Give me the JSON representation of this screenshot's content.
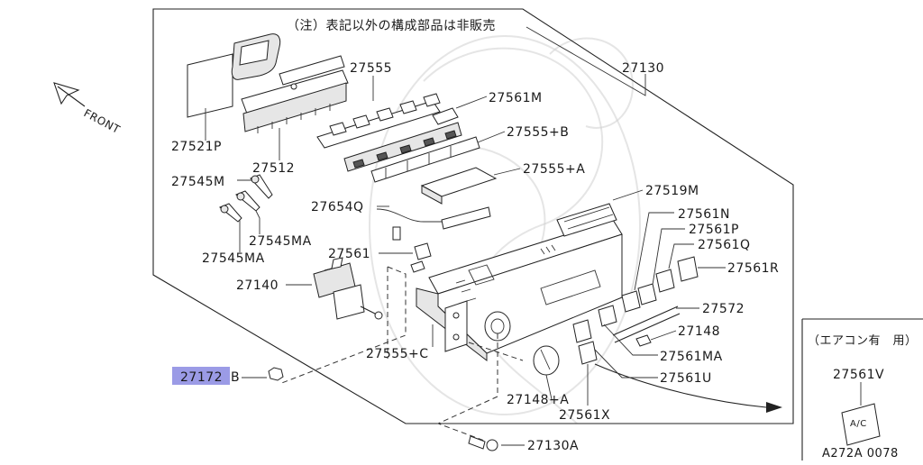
{
  "diagram": {
    "note": "（注）表記以外の構成部品は非販売",
    "direction_label": "FRONT",
    "aircon_box_title": "（エアコン有　用）",
    "drawing_code": "A272A 0078",
    "highlight_color": "#9b9be6",
    "callouts": {
      "p27555": "27555",
      "p27130": "27130",
      "p27561M": "27561M",
      "p27521P": "27521P",
      "p27555B": "27555+B",
      "p27512": "27512",
      "p27555A": "27555+A",
      "p27545M": "27545M",
      "p27519M": "27519M",
      "p27654Q": "27654Q",
      "p27561N": "27561N",
      "p27545MA_1": "27545MA",
      "p27561P": "27561P",
      "p27561Q": "27561Q",
      "p27545MA_2": "27545MA",
      "p27561": "27561",
      "p27561R": "27561R",
      "p27140": "27140",
      "p27572": "27572",
      "p27148": "27148",
      "p27555C": "27555+C",
      "p27561MA": "27561MA",
      "p27172B_a": "27172",
      "p27172B_b": "B",
      "p27561U": "27561U",
      "p27148A": "27148+A",
      "p27561X": "27561X",
      "p27130A": "27130A",
      "p27561V": "27561V",
      "ac_button": "A/C"
    }
  }
}
